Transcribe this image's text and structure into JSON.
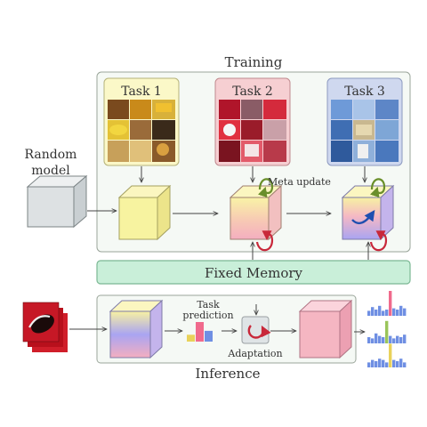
{
  "labels": {
    "training": "Training",
    "random_model": [
      "Random",
      "model"
    ],
    "task1": "Task 1",
    "task2": "Task 2",
    "task3": "Task 3",
    "meta_update": "Meta update",
    "fixed_memory": "Fixed Memory",
    "task_prediction": [
      "Task",
      "prediction"
    ],
    "adaptation": "Adaptation",
    "inference": "Inference"
  },
  "colors": {
    "training_panel_bg": "#f5f9f5",
    "task1_bg": "#fbf8c8",
    "task2_bg": "#f6cfd2",
    "task3_bg": "#cfd8ef",
    "memory_fill": "#c9efd9",
    "memory_stroke": "#7bb894",
    "cube_yellow": "#f7f3a0",
    "cube_pink": "#f5b6c2",
    "cube_blue": "#9e9ef0",
    "cube_gray": "#dde1e3",
    "arrow_green": "#6a8f2a",
    "arrow_red": "#c8283a",
    "arrow_blue": "#1f4fb0",
    "bar_pink": "#f06a8c",
    "bar_blue": "#6f8fe3",
    "bar_green": "#9ac55a",
    "bar_yellow": "#e9d25a"
  },
  "mini_charts": [
    {
      "values": [
        0.2,
        0.35,
        0.25,
        0.4,
        0.2,
        0.25,
        1.0,
        0.3,
        0.25,
        0.4,
        0.3
      ],
      "highlight": 6,
      "highlight_color": "pink"
    },
    {
      "values": [
        0.25,
        0.2,
        0.4,
        0.3,
        0.25,
        0.9,
        0.3,
        0.2,
        0.3,
        0.25,
        0.35
      ],
      "highlight": 5,
      "highlight_color": "green"
    },
    {
      "values": [
        0.2,
        0.3,
        0.25,
        0.35,
        0.3,
        0.2,
        0.95,
        0.3,
        0.25,
        0.35,
        0.2
      ],
      "highlight": 6,
      "highlight_color": "yellow"
    }
  ],
  "task_prediction_bars": [
    {
      "value": 0.35,
      "color": "yellow"
    },
    {
      "value": 1.0,
      "color": "pink"
    },
    {
      "value": 0.55,
      "color": "blue"
    }
  ]
}
